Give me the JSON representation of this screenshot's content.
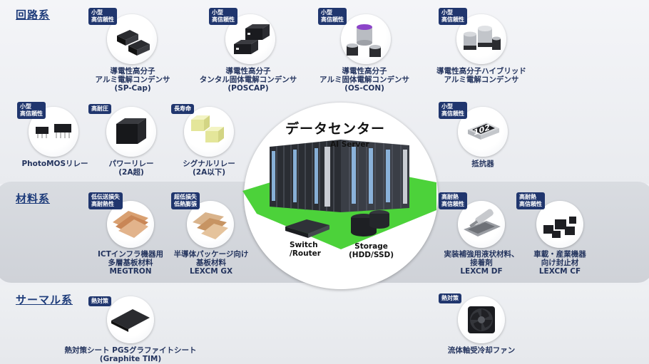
{
  "sections": {
    "circuit": "回路系",
    "material": "材料系",
    "thermal": "サーマル系"
  },
  "center": {
    "title": "データセンター",
    "ai_server": "AI Server",
    "switch_line1": "Switch",
    "switch_line2": "/Router",
    "storage_line1": "Storage",
    "storage_line2": "(HDD/SSD)"
  },
  "items": {
    "spcap": {
      "tag1": "小型",
      "tag2": "高信頼性",
      "l1": "導電性高分子",
      "l2": "アルミ電解コンデンサ",
      "l3": "(SP-Cap)"
    },
    "poscap": {
      "tag1": "小型",
      "tag2": "高信頼性",
      "l1": "導電性高分子",
      "l2": "タンタル固体電解コンデンサ",
      "l3": "(POSCAP)"
    },
    "oscon": {
      "tag1": "小型",
      "tag2": "高信頼性",
      "l1": "導電性高分子",
      "l2": "アルミ固体電解コンデンサ",
      "l3": "(OS-CON)"
    },
    "hybrid": {
      "tag1": "小型",
      "tag2": "高信頼性",
      "l1": "導電性高分子ハイブリッド",
      "l2": "アルミ電解コンデンサ"
    },
    "photomos": {
      "tag1": "小型",
      "tag2": "高信頼性",
      "l1": "PhotoMOSリレー"
    },
    "power_relay": {
      "tag1": "高耐圧",
      "l1": "パワーリレー",
      "l2": "(2A超)"
    },
    "signal_relay": {
      "tag1": "長寿命",
      "l1": "シグナルリレー",
      "l2": "(2A以下)"
    },
    "resistor": {
      "tag1": "小型",
      "tag2": "高信頼性",
      "l1": "抵抗器",
      "chip_text": "102"
    },
    "megtron": {
      "tag1": "低伝送損失",
      "tag2": "高耐熱性",
      "l1": "ICTインフラ機器用",
      "l2": "多層基板材料",
      "l3": "MEGTRON"
    },
    "lexcm_gx": {
      "tag1": "超低損失",
      "tag2": "低熱膨張",
      "l1": "半導体パッケージ向け",
      "l2": "基板材料",
      "l3": "LEXCM GX"
    },
    "lexcm_df": {
      "tag1": "高耐熱",
      "tag2": "高信頼性",
      "l1": "実装補強用液状材料、",
      "l2": "接着剤",
      "l3": "LEXCM DF"
    },
    "lexcm_cf": {
      "tag1": "高耐熱",
      "tag2": "高信頼性",
      "l1": "車載・産業機器",
      "l2": "向け封止材",
      "l3": "LEXCM CF"
    },
    "pgs": {
      "tag1": "熱対策",
      "l1": "熱対策シート PGSグラファイトシート",
      "l2": "(Graphite TIM)"
    },
    "fan": {
      "tag1": "熱対策",
      "l1": "流体軸受冷却ファン"
    }
  },
  "colors": {
    "navy": "#20366e",
    "green": "#4cd23a",
    "band_mid": "#d3d6dc"
  }
}
